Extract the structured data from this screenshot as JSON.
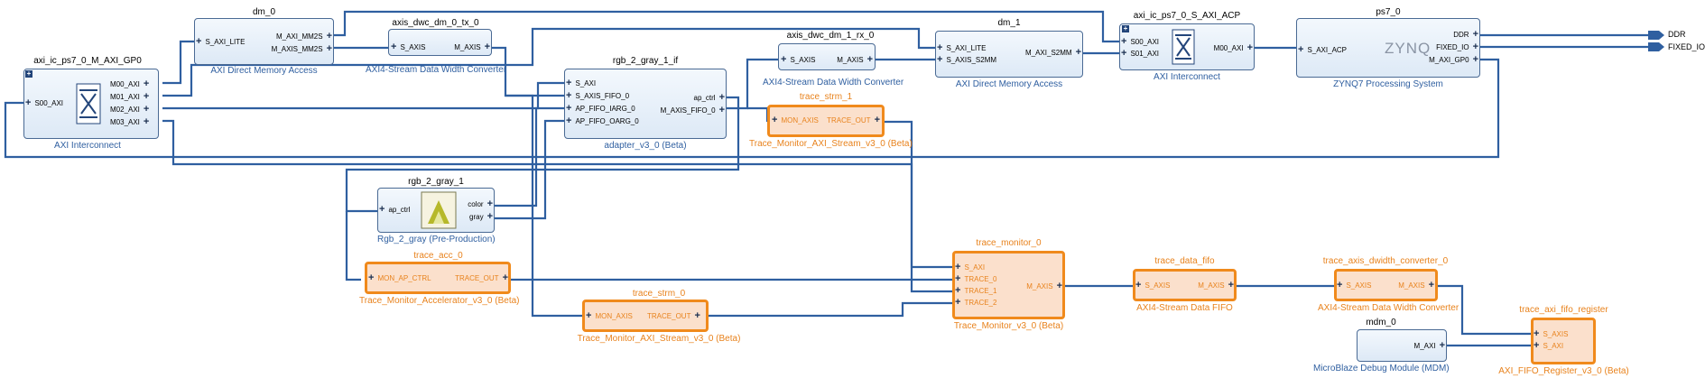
{
  "colors": {
    "wire": "#2f5fa0",
    "highlight": "#f08a1c",
    "box_border": "#4a6a94"
  },
  "blocks": [
    {
      "id": "dm_0",
      "title": "dm_0",
      "subtitle": "AXI Direct Memory Access",
      "left_ports": [
        "S_AXI_LITE"
      ],
      "right_ports": [
        "M_AXI_MM2S",
        "M_AXIS_MM2S"
      ]
    },
    {
      "id": "axis_dwc_dm_0_tx_0",
      "title": "axis_dwc_dm_0_tx_0",
      "subtitle": "AXI4-Stream Data Width Converter",
      "left_ports": [
        "S_AXIS"
      ],
      "right_ports": [
        "M_AXIS"
      ]
    },
    {
      "id": "axi_ic_ps7_0_M_AXI_GP0",
      "title": "axi_ic_ps7_0_M_AXI_GP0",
      "subtitle": "AXI Interconnect",
      "left_ports": [
        "S00_AXI"
      ],
      "right_ports": [
        "M00_AXI",
        "M01_AXI",
        "M02_AXI",
        "M03_AXI"
      ]
    },
    {
      "id": "rgb_2_gray_1_if",
      "title": "rgb_2_gray_1_if",
      "subtitle": "adapter_v3_0 (Beta)",
      "left_ports": [
        "S_AXI",
        "S_AXIS_FIFO_0",
        "AP_FIFO_IARG_0",
        "AP_FIFO_OARG_0"
      ],
      "right_ports": [
        "ap_ctrl",
        "M_AXIS_FIFO_0"
      ]
    },
    {
      "id": "axis_dwc_dm_1_rx_0",
      "title": "axis_dwc_dm_1_rx_0",
      "subtitle": "AXI4-Stream Data Width Converter",
      "left_ports": [
        "S_AXIS"
      ],
      "right_ports": [
        "M_AXIS"
      ]
    },
    {
      "id": "trace_strm_1",
      "title": "trace_strm_1",
      "subtitle": "Trace_Monitor_AXI_Stream_v3_0 (Beta)",
      "left_ports": [
        "MON_AXIS"
      ],
      "right_ports": [
        "TRACE_OUT"
      ]
    },
    {
      "id": "dm_1",
      "title": "dm_1",
      "subtitle": "AXI Direct Memory Access",
      "left_ports": [
        "S_AXI_LITE",
        "S_AXIS_S2MM"
      ],
      "right_ports": [
        "M_AXI_S2MM"
      ]
    },
    {
      "id": "axi_ic_ps7_0_S_AXI_ACP",
      "title": "axi_ic_ps7_0_S_AXI_ACP",
      "subtitle": "AXI Interconnect",
      "left_ports": [
        "S00_AXI",
        "S01_AXI"
      ],
      "right_ports": [
        "M00_AXI"
      ]
    },
    {
      "id": "ps7_0",
      "title": "ps7_0",
      "subtitle": "ZYNQ7 Processing System",
      "left_ports": [
        "S_AXI_ACP"
      ],
      "right_ports": [
        "DDR",
        "FIXED_IO",
        "M_AXI_GP0"
      ],
      "logo": "ZYNQ"
    },
    {
      "id": "rgb_2_gray_1",
      "title": "rgb_2_gray_1",
      "subtitle": "Rgb_2_gray (Pre-Production)",
      "left_ports": [
        "ap_ctrl"
      ],
      "right_ports": [
        "color",
        "gray"
      ]
    },
    {
      "id": "trace_acc_0",
      "title": "trace_acc_0",
      "subtitle": "Trace_Monitor_Accelerator_v3_0 (Beta)",
      "left_ports": [
        "MON_AP_CTRL"
      ],
      "right_ports": [
        "TRACE_OUT"
      ]
    },
    {
      "id": "trace_strm_0",
      "title": "trace_strm_0",
      "subtitle": "Trace_Monitor_AXI_Stream_v3_0 (Beta)",
      "left_ports": [
        "MON_AXIS"
      ],
      "right_ports": [
        "TRACE_OUT"
      ]
    },
    {
      "id": "trace_monitor_0",
      "title": "trace_monitor_0",
      "subtitle": "Trace_Monitor_v3_0 (Beta)",
      "left_ports": [
        "S_AXI",
        "TRACE_0",
        "TRACE_1",
        "TRACE_2"
      ],
      "right_ports": [
        "M_AXIS"
      ]
    },
    {
      "id": "trace_data_fifo",
      "title": "trace_data_fifo",
      "subtitle": "AXI4-Stream Data FIFO",
      "left_ports": [
        "S_AXIS"
      ],
      "right_ports": [
        "M_AXIS"
      ]
    },
    {
      "id": "trace_axis_dwidth_converter_0",
      "title": "trace_axis_dwidth_converter_0",
      "subtitle": "AXI4-Stream Data Width Converter",
      "left_ports": [
        "S_AXIS"
      ],
      "right_ports": [
        "M_AXIS"
      ]
    },
    {
      "id": "mdm_0",
      "title": "mdm_0",
      "subtitle": "MicroBlaze Debug Module (MDM)",
      "left_ports": [],
      "right_ports": [
        "M_AXI"
      ]
    },
    {
      "id": "trace_axi_fifo_register",
      "title": "trace_axi_fifo_register",
      "subtitle": "AXI_FIFO_Register_v3_0 (Beta)",
      "left_ports": [
        "S_AXIS",
        "S_AXI"
      ],
      "right_ports": []
    }
  ],
  "external_ports": [
    "DDR",
    "FIXED_IO"
  ]
}
